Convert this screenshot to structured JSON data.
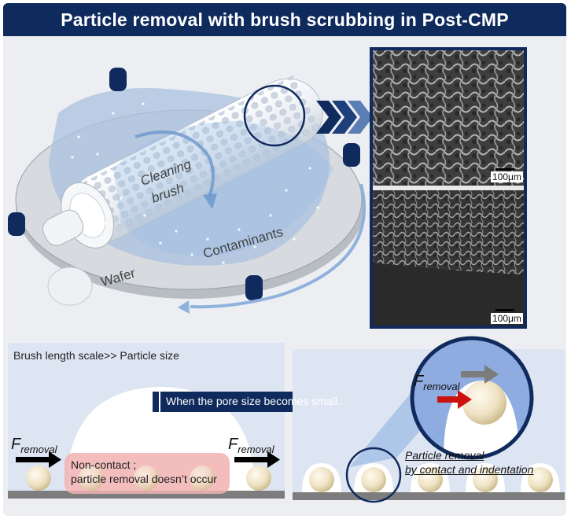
{
  "title": "Particle removal with brush scrubbing in Post-CMP",
  "labels": {
    "cleaning_brush_line1": "Cleaning",
    "cleaning_brush_line2": "brush",
    "contaminants": "Contaminants",
    "wafer": "Wafer",
    "scale_bar_top": "100μm",
    "scale_bar_bottom": "100μm",
    "brush_length": "Brush length scale>> Particle size",
    "pore_arrow": "When the pore size becomes small..",
    "force_main": "F",
    "force_sub": "removal",
    "noncontact_line1": "Non-contact ;",
    "noncontact_line2": "particle removal doesn’t occur",
    "particle_removal_line1": "Particle removal",
    "particle_removal_line2": "by contact and indentation"
  },
  "colors": {
    "title_bg": "#0f2a5c",
    "navy": "#0f2a5c",
    "light_blue_panel": "#dde5f3",
    "particle": "#efe3c4",
    "red_arrow": "#cc1111"
  }
}
